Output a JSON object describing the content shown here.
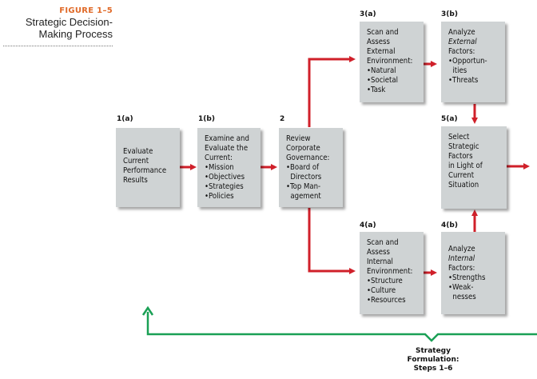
{
  "figure": {
    "label": "FIGURE 1–5",
    "title_lines": [
      "Strategic Decision-",
      "Making Process"
    ]
  },
  "steps": {
    "s1a": {
      "number": "1(a)",
      "lines": [
        "Evaluate",
        "Current",
        "Performance",
        "Results"
      ]
    },
    "s1b": {
      "number": "1(b)",
      "lines": [
        "Examine and",
        "Evaluate the",
        "Current:",
        "•Mission",
        "•Objectives",
        "•Strategies",
        "•Policies"
      ]
    },
    "s2": {
      "number": "2",
      "lines": [
        "Review",
        "Corporate",
        "Governance:",
        "•Board of",
        "  Directors",
        "•Top Man-",
        "  agement"
      ]
    },
    "s3a": {
      "number": "3(a)",
      "lines": [
        "Scan and",
        "Assess",
        "External",
        "Environment:",
        "•Natural",
        "•Societal",
        "•Task"
      ]
    },
    "s3b": {
      "number": "3(b)",
      "line1": "Analyze",
      "emph": "External",
      "lines": [
        "Factors:",
        "•Opportun-",
        "  ities",
        "•Threats"
      ]
    },
    "s4a": {
      "number": "4(a)",
      "lines": [
        "Scan and",
        "Assess",
        "Internal",
        "Environment:",
        "•Structure",
        "•Culture",
        "•Resources"
      ]
    },
    "s4b": {
      "number": "4(b)",
      "line1": "Analyze",
      "emph": "Internal",
      "lines": [
        "Factors:",
        "•Strengths",
        "•Weak-",
        "  nesses"
      ]
    },
    "s5a": {
      "number": "5(a)",
      "lines": [
        "Select",
        "Strategic",
        "Factors",
        "in Light of",
        "Current",
        "Situation"
      ]
    }
  },
  "caption_lines": [
    "Strategy",
    "Formulation:",
    "Steps 1–6"
  ],
  "colors": {
    "arrow_red": "#d0202a",
    "bracket_green": "#1aa055",
    "box_fill": "#cfd3d4",
    "figure_orange": "#e06a28"
  }
}
